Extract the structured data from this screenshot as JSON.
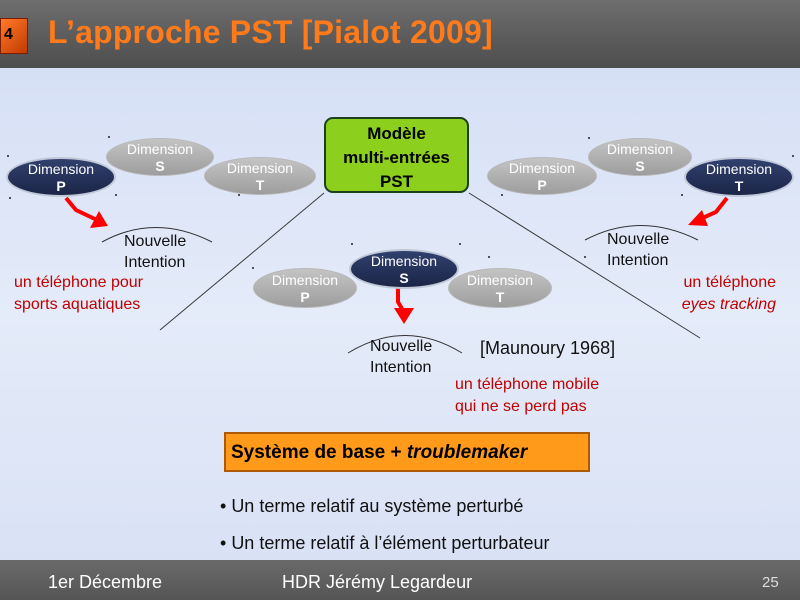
{
  "header": {
    "slide_number": "4",
    "title": "L’approche PST [Pialot 2009]"
  },
  "diagram": {
    "dimension_word": "Dimension",
    "center_box": {
      "line1": "Modèle",
      "line2": "multi-entrées",
      "line3": "PST"
    },
    "left": {
      "p": "P",
      "s": "S",
      "t": "T",
      "intention_line1": "Nouvelle",
      "intention_line2": "Intention",
      "example_line1": "un téléphone pour",
      "example_line2": "sports aquatiques"
    },
    "center": {
      "p": "P",
      "s": "S",
      "t": "T",
      "intention_line1": "Nouvelle",
      "intention_line2": "Intention",
      "example_line1": "un téléphone mobile",
      "example_line2": "qui ne se perd pas"
    },
    "right": {
      "p": "P",
      "s": "S",
      "t": "T",
      "intention_line1": "Nouvelle",
      "intention_line2": "Intention",
      "example_line1": "un téléphone",
      "example_line2": "eyes tracking"
    },
    "reference": "[Maunoury 1968]"
  },
  "systeme": {
    "bold_part": "Système de base + ",
    "italic_part": "troublemaker"
  },
  "bullets": [
    "Un terme relatif au système perturbé",
    "Un terme relatif à l’élément perturbateur"
  ],
  "footer": {
    "date": "1er Décembre",
    "author": "HDR Jérémy Legardeur",
    "page": "25"
  },
  "colors": {
    "accent_orange": "#ff7a1a",
    "arrow_red": "#ff0000",
    "model_green": "#8ccf1c",
    "example_red": "#c00000"
  }
}
